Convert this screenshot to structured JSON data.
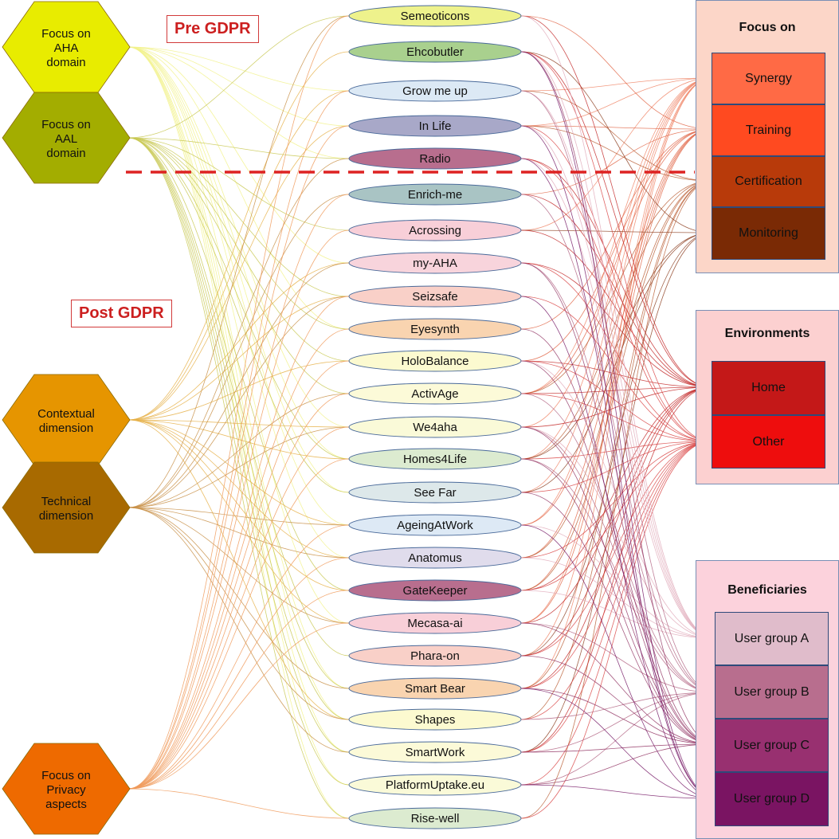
{
  "labels": {
    "pre_gdpr": "Pre GDPR",
    "post_gdpr": "Post GDPR"
  },
  "dimensions": [
    {
      "id": "aha",
      "lines": [
        "Focus on",
        "AHA",
        "domain"
      ],
      "color": "#e8ec00",
      "edge": "#f2f28c"
    },
    {
      "id": "aal",
      "lines": [
        "Focus on",
        "AAL",
        "domain"
      ],
      "color": "#a3ad00",
      "edge": "#c9c955"
    },
    {
      "id": "contextual",
      "lines": [
        "Contextual",
        "dimension"
      ],
      "color": "#e69500",
      "edge": "#e6b24a"
    },
    {
      "id": "technical",
      "lines": [
        "Technical",
        "dimension"
      ],
      "color": "#a86a00",
      "edge": "#c9924a"
    },
    {
      "id": "privacy",
      "lines": [
        "Focus on",
        "Privacy",
        "aspects"
      ],
      "color": "#ee6a00",
      "edge": "#f09a5a"
    }
  ],
  "projects": [
    {
      "name": "Semeoticons",
      "color": "#eef28c"
    },
    {
      "name": "Ehcobutler",
      "color": "#a9d08e"
    },
    {
      "name": "Grow me up",
      "color": "#dce9f5"
    },
    {
      "name": "In Life",
      "color": "#a8a8c8"
    },
    {
      "name": "Radio",
      "color": "#b86e8e"
    },
    {
      "name": "Enrich-me",
      "color": "#a9c4c4"
    },
    {
      "name": "Acrossing",
      "color": "#f8cfd8"
    },
    {
      "name": "my-AHA",
      "color": "#f8d4dc"
    },
    {
      "name": "Seizsafe",
      "color": "#f9d0c8"
    },
    {
      "name": "Eyesynth",
      "color": "#f9d4b0"
    },
    {
      "name": "HoloBalance",
      "color": "#fcfad0"
    },
    {
      "name": "ActivAge",
      "color": "#fcfad8"
    },
    {
      "name": "We4aha",
      "color": "#fafad8"
    },
    {
      "name": "Homes4Life",
      "color": "#dcebd0"
    },
    {
      "name": "See Far",
      "color": "#dde8ea"
    },
    {
      "name": "AgeingAtWork",
      "color": "#dde9f5"
    },
    {
      "name": "Anatomus",
      "color": "#e0dcec"
    },
    {
      "name": "GateKeeper",
      "color": "#b86e8e"
    },
    {
      "name": "Mecasa-ai",
      "color": "#f8cfd8"
    },
    {
      "name": "Phara-on",
      "color": "#f9d0c8"
    },
    {
      "name": "Smart Bear",
      "color": "#f9d4b0"
    },
    {
      "name": "Shapes",
      "color": "#fcfad0"
    },
    {
      "name": "SmartWork",
      "color": "#fcfad8"
    },
    {
      "name": "PlatformUptake.eu",
      "color": "#fafad8"
    },
    {
      "name": "Rise-well",
      "color": "#dcebd0"
    }
  ],
  "panels": [
    {
      "id": "focus",
      "title": "Focus on",
      "bg": "#fcd6c8",
      "items": [
        {
          "label": "Synergy",
          "color": "#ff6a45",
          "edge": "#ef8060"
        },
        {
          "label": "Training",
          "color": "#ff4a20",
          "edge": "#e06040"
        },
        {
          "label": "Certification",
          "color": "#b83a0a",
          "edge": "#b85a30"
        },
        {
          "label": "Monitoring",
          "color": "#7a2a05",
          "edge": "#8a3a1a"
        }
      ]
    },
    {
      "id": "environments",
      "title": "Environments",
      "bg": "#fcd0d0",
      "items": [
        {
          "label": "Home",
          "color": "#c41818",
          "edge": "#c02020"
        },
        {
          "label": "Other",
          "color": "#ee0d0d",
          "edge": "#d84040"
        }
      ]
    },
    {
      "id": "beneficiaries",
      "title": "Beneficiaries",
      "bg": "#fcd2dc",
      "items": [
        {
          "label": "User group A",
          "color": "#e0bccb",
          "edge": "#e0a8b8"
        },
        {
          "label": "User group B",
          "color": "#b86e8e",
          "edge": "#b06080"
        },
        {
          "label": "User group C",
          "color": "#983070",
          "edge": "#903060"
        },
        {
          "label": "User group D",
          "color": "#7a1462",
          "edge": "#701060"
        }
      ]
    }
  ]
}
